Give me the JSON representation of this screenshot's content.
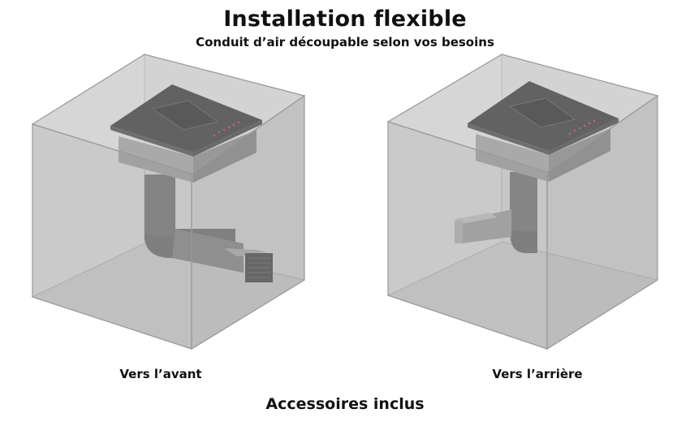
{
  "header": {
    "title": "Installation flexible",
    "subtitle": "Conduit d’air découpable selon vos besoins"
  },
  "illustrations": [
    {
      "caption": "Vers l’avant"
    },
    {
      "caption": "Vers l’arrière"
    }
  ],
  "footer": {
    "text": "Accessoires inclus"
  },
  "colors": {
    "box_face": "#c9c9c9",
    "box_edge": "#9a9a9a",
    "cooktop": "#141414",
    "duct": "#555555",
    "indicator": "#d0143a"
  }
}
